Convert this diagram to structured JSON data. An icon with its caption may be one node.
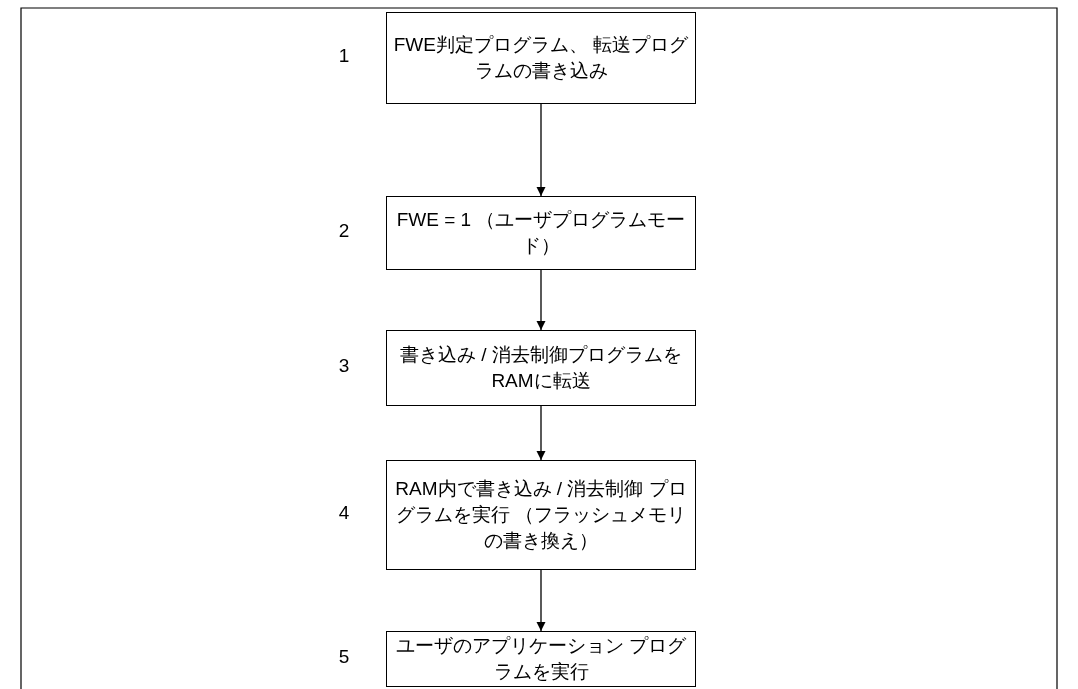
{
  "diagram": {
    "nodes": [
      {
        "text": [
          "FWE判定プログラム、 転送プログラムの書き込み"
        ],
        "beside": [
          "1"
        ]
      },
      {
        "text": [
          "FWE = 1 （ユーザプログラムモード）"
        ],
        "beside": [
          "2"
        ]
      },
      {
        "text": [
          "書き込み / 消去制御プログラムを RAMに転送"
        ],
        "beside": [
          "3"
        ]
      },
      {
        "text": [
          "RAM内で書き込み / 消去制御 プログラムを実行 （フラッシュメモリの書き換え）"
        ],
        "beside": [
          "4"
        ]
      },
      {
        "text": [
          "ユーザのアプリケーション プログラムを実行"
        ],
        "beside": [
          "5"
        ]
      }
    ],
    "edges": [
      {
        "from": 0,
        "to": 1,
        "arrow": "to"
      },
      {
        "from": 1,
        "to": 2,
        "arrow": "to"
      },
      {
        "from": 2,
        "to": 3,
        "arrow": "to"
      },
      {
        "from": 3,
        "to": 4,
        "arrow": "to"
      }
    ]
  }
}
